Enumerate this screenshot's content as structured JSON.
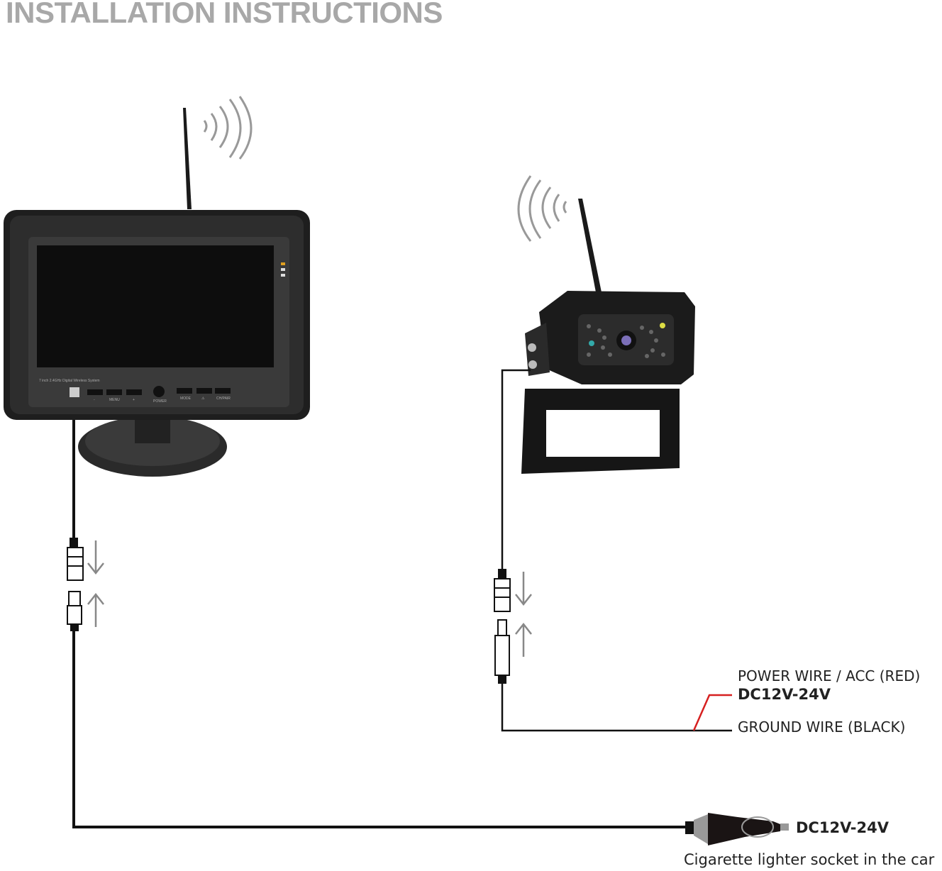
{
  "title": "INSTALLATION INSTRUCTIONS",
  "monitor": {
    "model_text": "7 inch 2.4GHz Digital Wireless System",
    "buttons": [
      "-",
      "MENU",
      "+",
      "POWER",
      "MODE",
      "⚠",
      "CH/PAIR"
    ]
  },
  "camera_wiring": {
    "power_wire": "POWER WIRE / ACC (RED)",
    "voltage": "DC12V-24V",
    "ground_wire": "GROUND WIRE (BLACK)"
  },
  "lighter": {
    "voltage": "DC12V-24V",
    "caption": "Cigarette lighter socket in the car"
  },
  "colors": {
    "title": "#a8a8a8",
    "power_wire": "#d62020",
    "wire": "#111111"
  }
}
